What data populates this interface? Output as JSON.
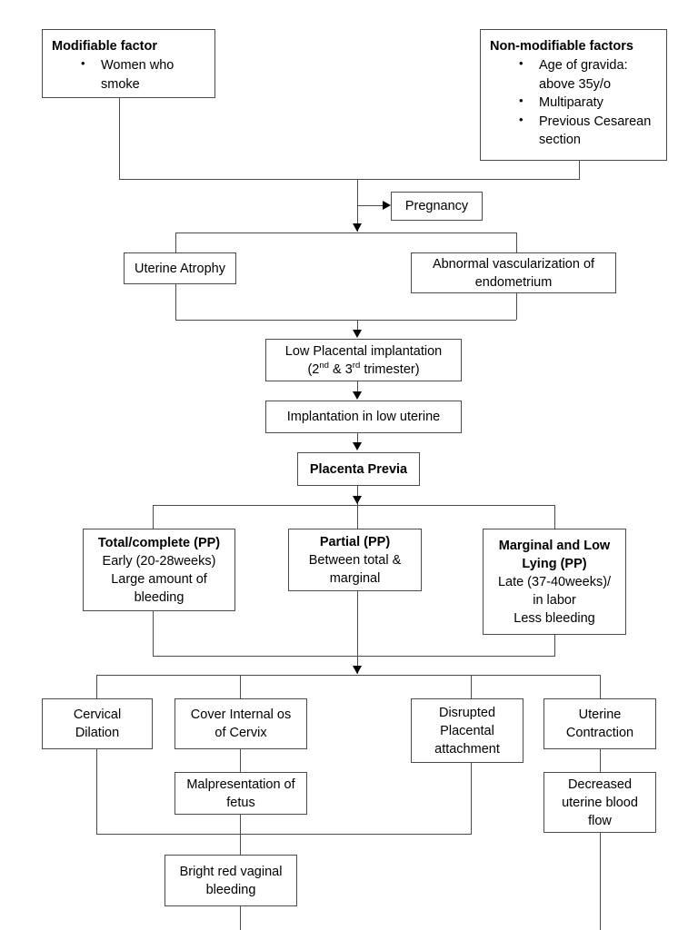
{
  "diagram": {
    "title": "Placenta Previa Pathophysiology Flowchart",
    "line_color": "#4a4a4a",
    "arrow_color": "#000000",
    "background": "#ffffff"
  },
  "nodes": {
    "modifiable": {
      "heading": "Modifiable factor",
      "bullets": [
        "Women who smoke"
      ]
    },
    "non_modifiable": {
      "heading": "Non-modifiable factors",
      "bullets": [
        "Age of gravida: above 35y/o",
        "Multiparaty",
        "Previous Cesarean section"
      ]
    },
    "pregnancy": {
      "label": "Pregnancy"
    },
    "uterine_atrophy": {
      "label": "Uterine Atrophy"
    },
    "abnormal_vascularization": {
      "line1": "Abnormal vascularization of",
      "line2": "endometrium"
    },
    "low_placental_implantation": {
      "line1": "Low Placental implantation",
      "line2_a": "(2",
      "line2_sup1": "nd",
      "line2_b": " & 3",
      "line2_sup2": "rd",
      "line2_c": " trimester)"
    },
    "implantation_low_uterine": {
      "label": "Implantation in low uterine"
    },
    "placenta_previa": {
      "label": "Placenta Previa"
    },
    "total_complete": {
      "title": "Total/complete (PP)",
      "lines": [
        "Early (20-28weeks)",
        "Large amount of",
        "bleeding"
      ]
    },
    "partial": {
      "title": "Partial (PP)",
      "lines": [
        "Between total &",
        "marginal"
      ]
    },
    "marginal_low_lying": {
      "title_line1": "Marginal and Low",
      "title_line2": "Lying (PP)",
      "lines": [
        "Late (37-40weeks)/",
        "in labor",
        "Less bleeding"
      ]
    },
    "cervical_dilation": {
      "line1": "Cervical",
      "line2": "Dilation"
    },
    "cover_internal_os": {
      "line1": "Cover Internal os",
      "line2": "of Cervix"
    },
    "disrupted_placental_attachment": {
      "line1": "Disrupted",
      "line2": "Placental",
      "line3": "attachment"
    },
    "uterine_contraction": {
      "line1": "Uterine",
      "line2": "Contraction"
    },
    "malpresentation": {
      "line1": "Malpresentation of",
      "line2": "fetus"
    },
    "decreased_blood_flow": {
      "line1": "Decreased",
      "line2": "uterine blood",
      "line3": "flow"
    },
    "bright_red_bleeding": {
      "line1": "Bright red vaginal",
      "line2": "bleeding"
    }
  }
}
